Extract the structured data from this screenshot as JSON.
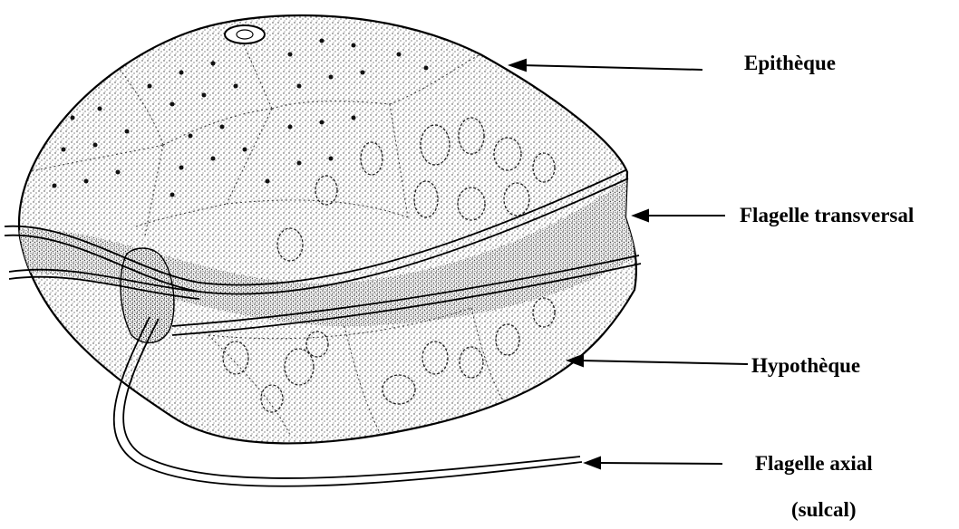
{
  "labels": {
    "epitheque": "Epithèque",
    "flagelle_transversal": "Flagelle transversal",
    "hypotheque": "Hypothèque",
    "flagelle_axial_line1": "Flagelle axial",
    "flagelle_axial_line2": "(sulcal)"
  },
  "colors": {
    "ink": "#000000",
    "stipple": "#2a2a2a",
    "cell_fill": "#e8e8e8",
    "background": "#ffffff"
  }
}
